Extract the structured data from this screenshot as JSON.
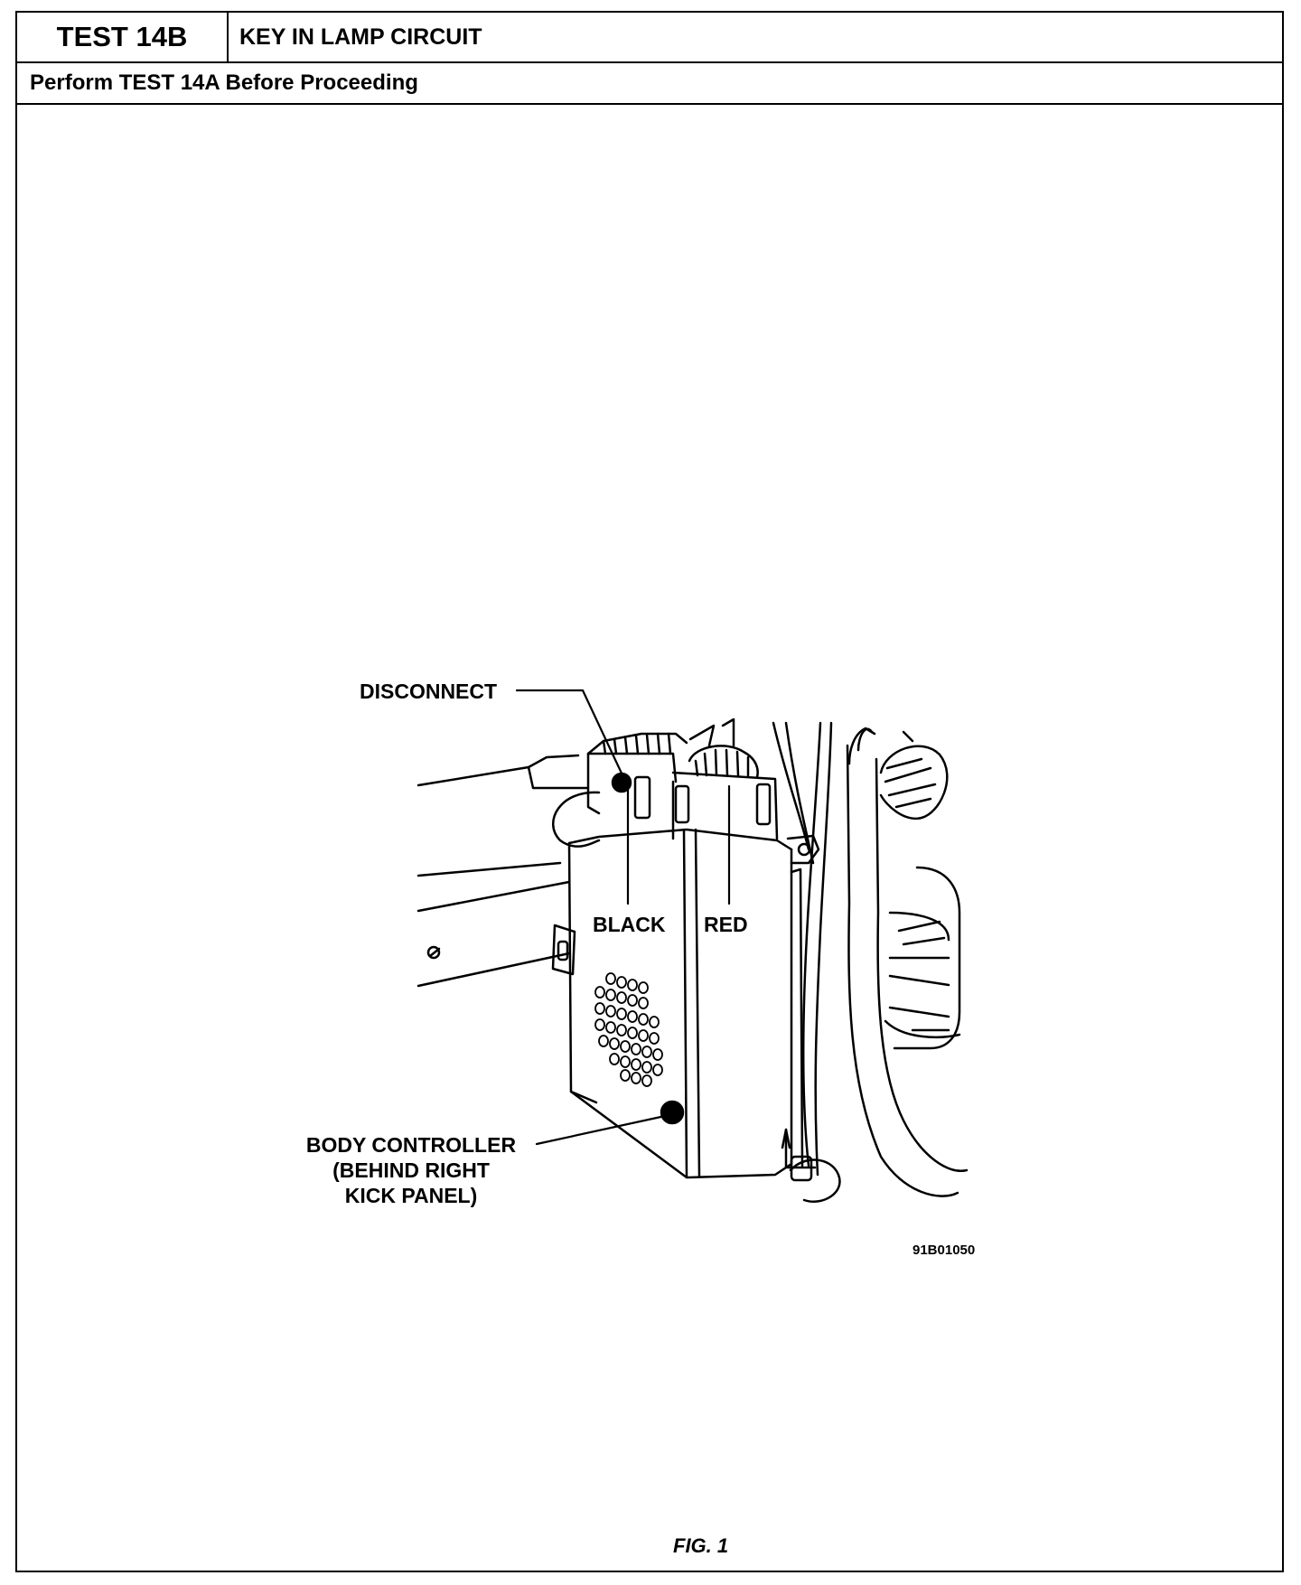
{
  "header": {
    "test_id": "TEST 14B",
    "title": "KEY IN LAMP CIRCUIT"
  },
  "prerequisite": "Perform TEST 14A Before Proceeding",
  "diagram": {
    "labels": {
      "disconnect": "DISCONNECT",
      "black": "BLACK",
      "red": "RED",
      "body_controller_line1": "BODY CONTROLLER",
      "body_controller_line2": "(BEHIND RIGHT",
      "body_controller_line3": "KICK PANEL)"
    },
    "figure_code": "91B01050",
    "caption": "FIG. 1"
  }
}
